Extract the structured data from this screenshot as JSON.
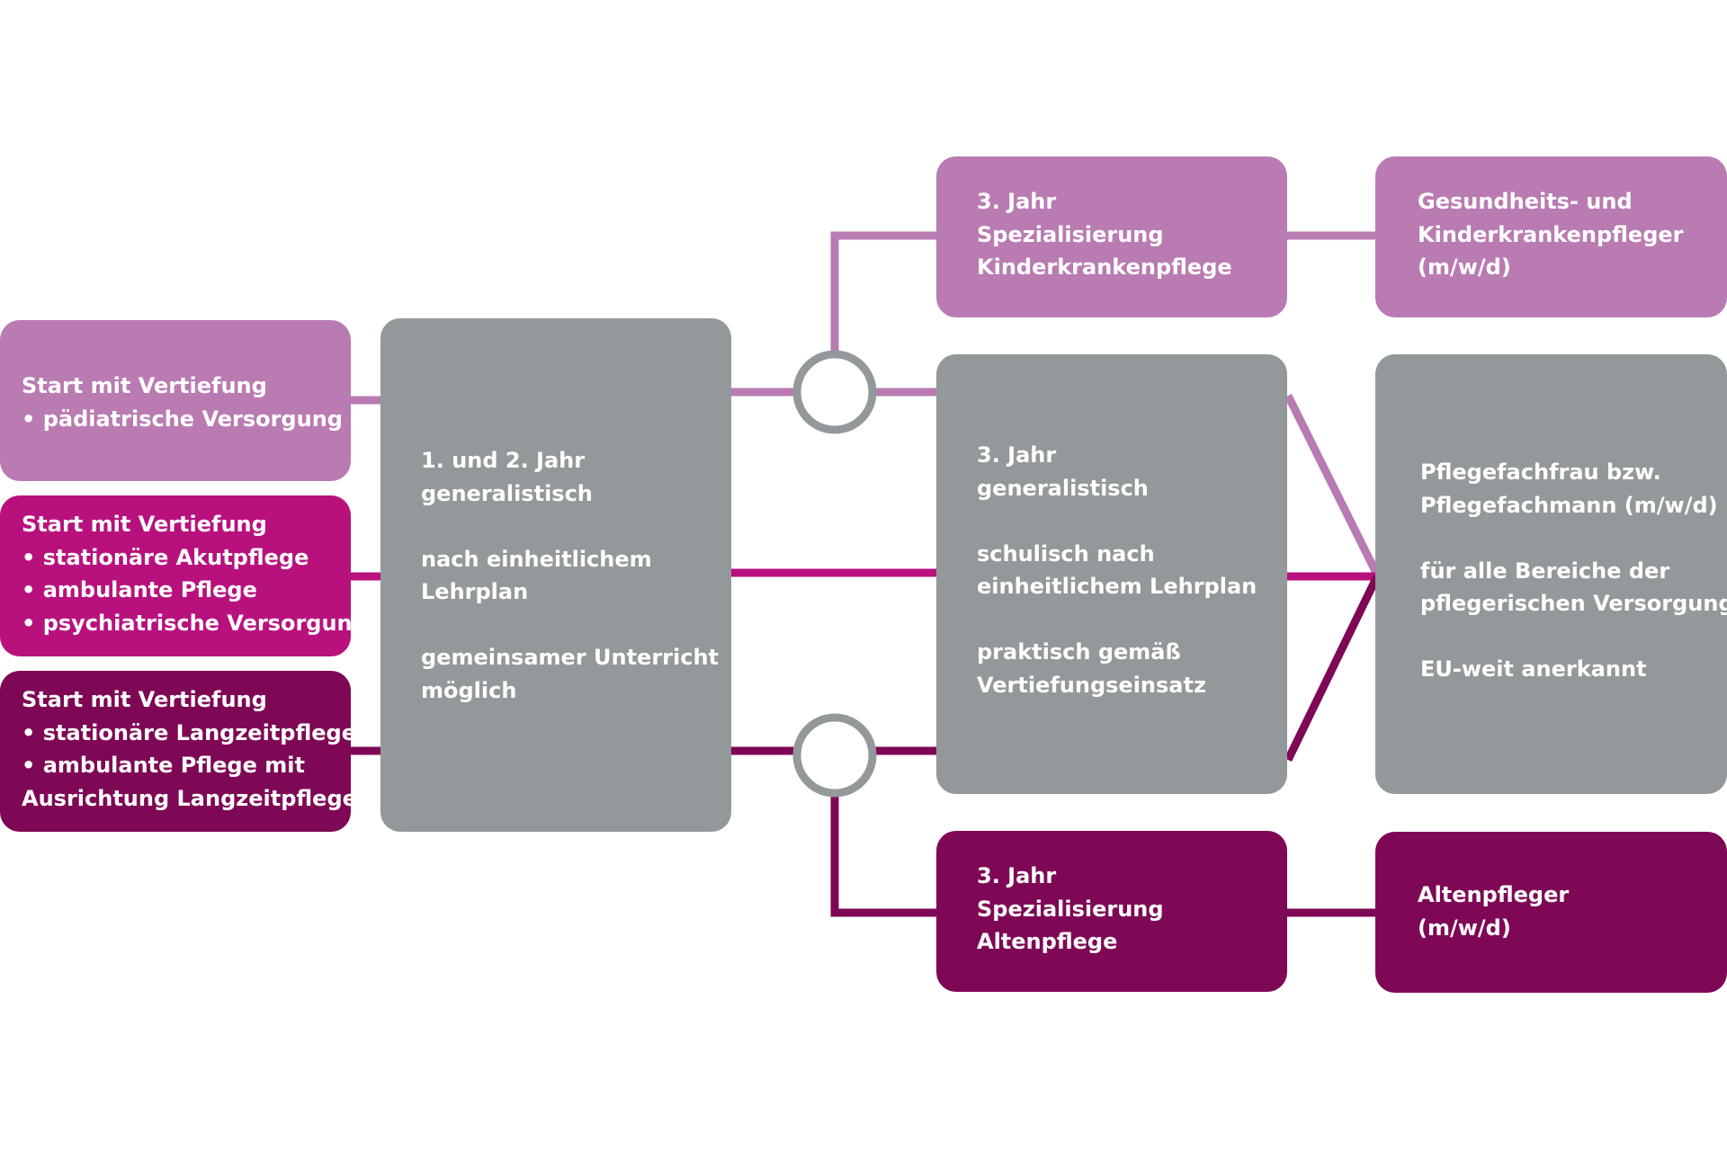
{
  "colors": {
    "light_purple": "#b97bb2",
    "magenta": "#b8117e",
    "dark_purple": "#7e0855",
    "grey": "#93989b"
  },
  "start_boxes": [
    {
      "lines": [
        "Start mit Vertiefung",
        "• pädiatrische Versorgung"
      ]
    },
    {
      "lines": [
        "Start mit Vertiefung",
        "• stationäre Akutpflege",
        "• ambulante Pflege",
        "• psychiatrische Versorgung"
      ]
    },
    {
      "lines": [
        "Start mit Vertiefung",
        "• stationäre Langzeitpflege",
        "• ambulante Pflege mit",
        "Ausrichtung Langzeitpflege"
      ]
    }
  ],
  "year12_box": {
    "lines": [
      "1. und 2. Jahr",
      "generalistisch",
      "",
      "nach einheitlichem",
      "Lehrplan",
      "",
      "gemeinsamer Unterricht",
      "möglich"
    ]
  },
  "year3": {
    "pediatric": {
      "lines": [
        "3. Jahr",
        "Spezialisierung",
        "Kinderkrankenpflege"
      ]
    },
    "generalist": {
      "lines": [
        "3. Jahr",
        "generalistisch",
        "",
        "schulisch nach",
        "einheitlichem Lehrplan",
        "",
        "praktisch gemäß",
        "Vertiefungseinsatz"
      ]
    },
    "elderly": {
      "lines": [
        "3. Jahr",
        "Spezialisierung",
        "Altenpflege"
      ]
    }
  },
  "outcomes": {
    "pediatric": {
      "lines": [
        "Gesundheits- und",
        "Kinderkrankenpfleger",
        "(m/w/d)"
      ]
    },
    "generalist": {
      "lines": [
        "Pflegefachfrau bzw.",
        "Pflegefachmann (m/w/d)",
        "",
        "für alle Bereiche der",
        "pflegerischen Versorgung",
        "",
        "EU-weit anerkannt"
      ]
    },
    "elderly": {
      "lines": [
        "Altenpfleger",
        "(m/w/d)"
      ]
    }
  }
}
